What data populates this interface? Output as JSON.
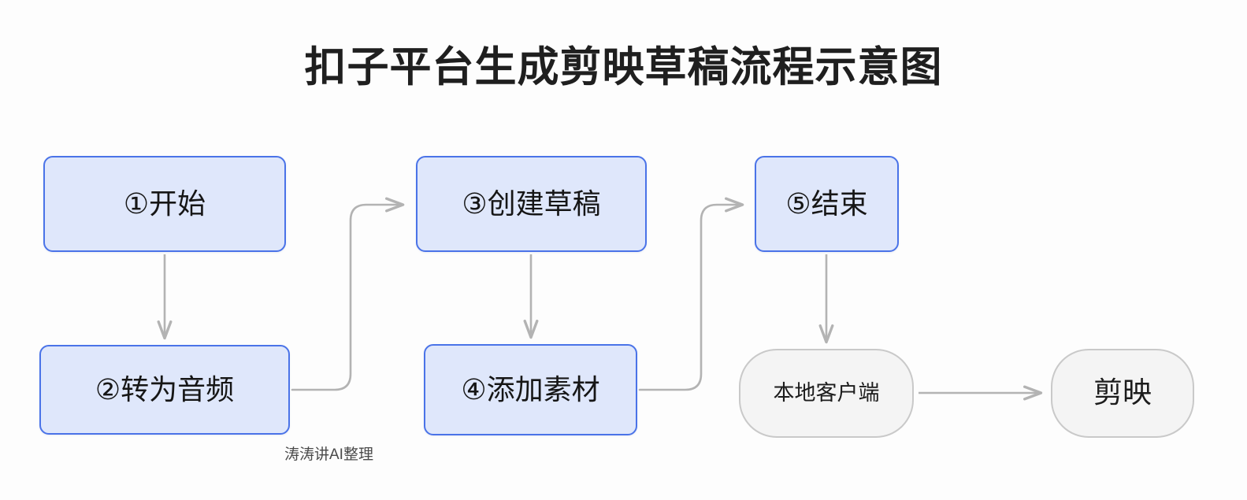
{
  "diagram": {
    "title": "扣子平台生成剪映草稿流程示意图",
    "watermark": "涛涛讲AI整理",
    "colors": {
      "background": "#fdfdfd",
      "process_fill": "#dfe7fb",
      "process_border": "#4a73e8",
      "external_fill": "#f4f4f4",
      "external_border": "#c9c9c9",
      "connector": "#b3b3b3",
      "title_text": "#1f1f1f"
    },
    "nodes": [
      {
        "id": "n1",
        "label": "①开始",
        "shape": "rounded-rect",
        "style": "process"
      },
      {
        "id": "n2",
        "label": "②转为音频",
        "shape": "rounded-rect",
        "style": "process"
      },
      {
        "id": "n3",
        "label": "③创建草稿",
        "shape": "rounded-rect",
        "style": "process"
      },
      {
        "id": "n4",
        "label": "④添加素材",
        "shape": "rounded-rect",
        "style": "process"
      },
      {
        "id": "n5",
        "label": "⑤结束",
        "shape": "rounded-rect",
        "style": "process"
      },
      {
        "id": "ng1",
        "label": "本地客户端",
        "shape": "stadium",
        "style": "external"
      },
      {
        "id": "ng2",
        "label": "剪映",
        "shape": "stadium",
        "style": "external"
      }
    ],
    "edges": [
      {
        "from": "n1",
        "to": "n2",
        "type": "straight-down"
      },
      {
        "from": "n2",
        "to": "n3",
        "type": "elbow-right-up"
      },
      {
        "from": "n3",
        "to": "n4",
        "type": "straight-down"
      },
      {
        "from": "n4",
        "to": "n5",
        "type": "elbow-right-up"
      },
      {
        "from": "n5",
        "to": "ng1",
        "type": "straight-down"
      },
      {
        "from": "ng1",
        "to": "ng2",
        "type": "straight-right"
      }
    ]
  }
}
